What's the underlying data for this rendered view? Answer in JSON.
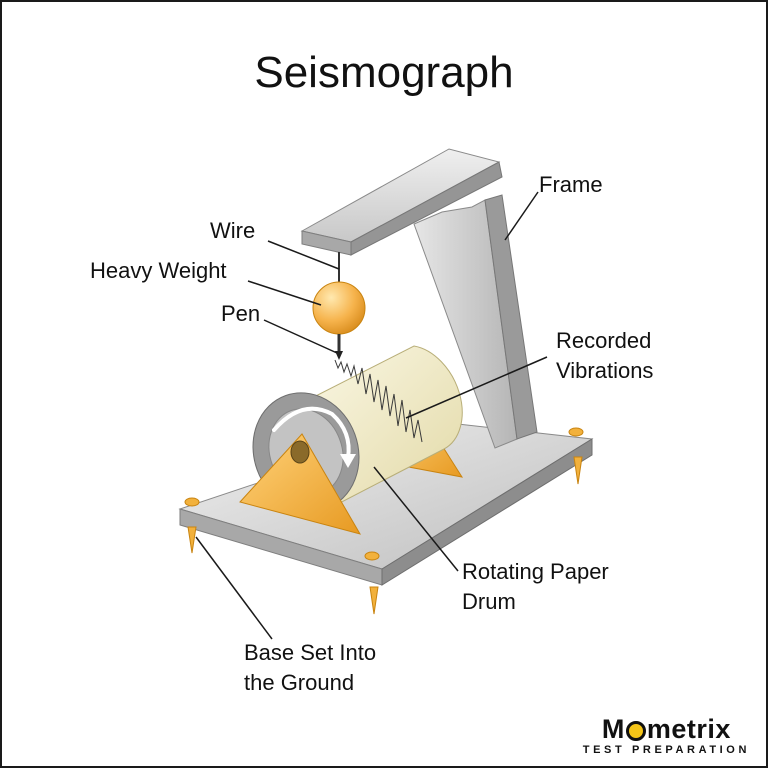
{
  "title": "Seismograph",
  "labels": {
    "frame": "Frame",
    "wire": "Wire",
    "heavy_weight": "Heavy Weight",
    "pen": "Pen",
    "recorded_vibrations": [
      "Recorded",
      "Vibrations"
    ],
    "rotating_paper_drum": [
      "Rotating Paper",
      "Drum"
    ],
    "base": [
      "Base Set Into",
      "the Ground"
    ]
  },
  "logo": {
    "word_pre": "M",
    "word_post": "metrix",
    "subtitle": "TEST PREPARATION"
  },
  "colors": {
    "metal_light": "#e3e3e3",
    "metal_mid": "#b8b8b8",
    "metal_dark": "#8a8a8a",
    "gold": "#f2b13c",
    "weight": "#f6b34c",
    "paper": "#f3efcf"
  }
}
